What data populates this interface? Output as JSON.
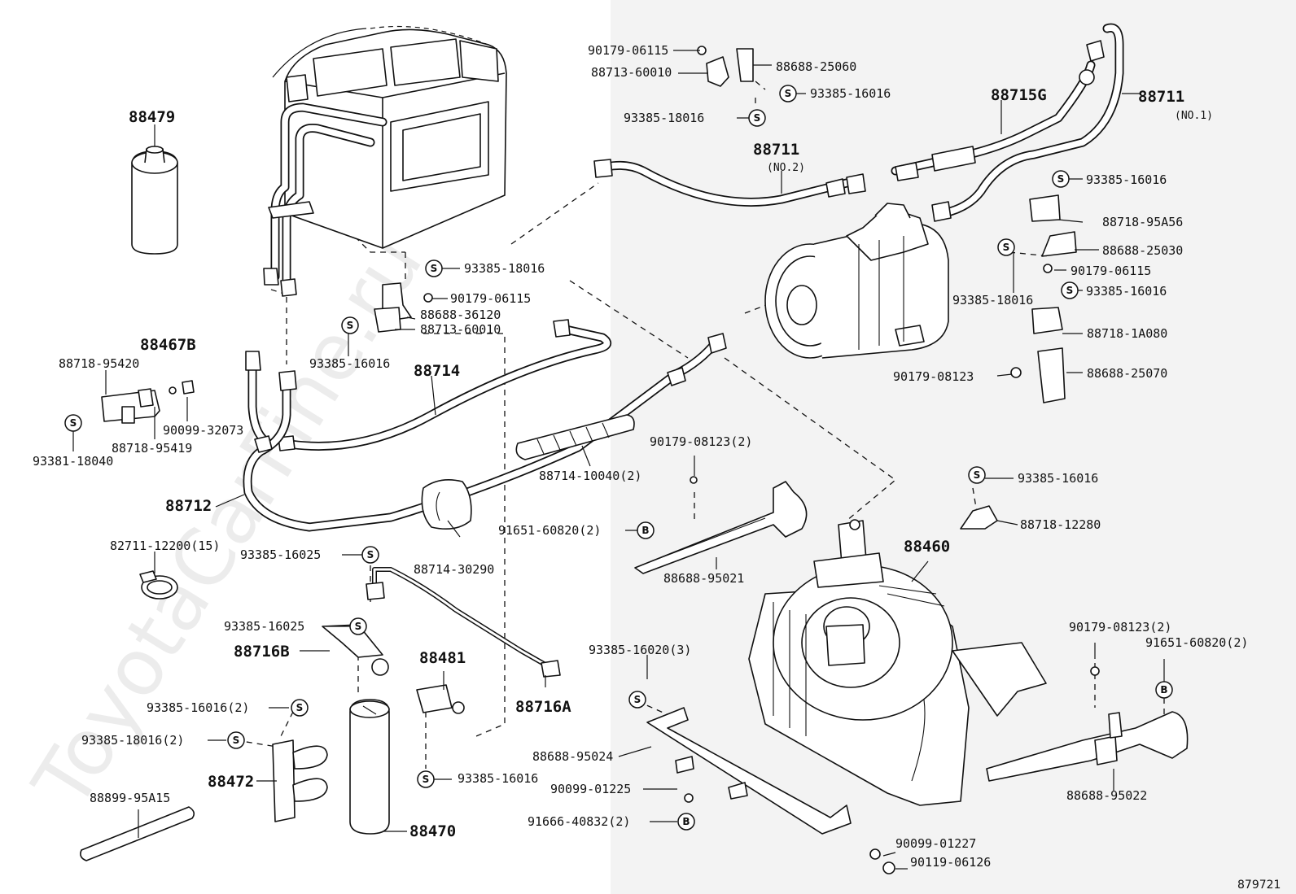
{
  "watermark": "ToyotaCarFine.ru",
  "figure_code": "879721",
  "labels": [
    {
      "id": "88479",
      "text": "88479",
      "big": true
    },
    {
      "id": "88467B",
      "text": "88467B",
      "big": true
    },
    {
      "id": "88718-95420",
      "text": "88718-95420"
    },
    {
      "id": "90099-32073",
      "text": "90099-32073"
    },
    {
      "id": "88718-95419",
      "text": "88718-95419"
    },
    {
      "id": "93381-18040",
      "text": "93381-18040"
    },
    {
      "id": "88712",
      "text": "88712",
      "big": true
    },
    {
      "id": "82711-12200",
      "text": "82711-12200(15)"
    },
    {
      "id": "93385-16025-a",
      "text": "93385-16025"
    },
    {
      "id": "93385-16025-b",
      "text": "93385-16025"
    },
    {
      "id": "88716B",
      "text": "88716B",
      "big": true
    },
    {
      "id": "93385-16016-2",
      "text": "93385-16016(2)"
    },
    {
      "id": "93385-18016-2",
      "text": "93385-18016(2)"
    },
    {
      "id": "88472",
      "text": "88472",
      "big": true
    },
    {
      "id": "88899-95A15",
      "text": "88899-95A15"
    },
    {
      "id": "88470",
      "text": "88470",
      "big": true
    },
    {
      "id": "88481",
      "text": "88481",
      "big": true
    },
    {
      "id": "88716A",
      "text": "88716A",
      "big": true
    },
    {
      "id": "93385-16016-c",
      "text": "93385-16016"
    },
    {
      "id": "88714-30290",
      "text": "88714-30290"
    },
    {
      "id": "93385-18016-a",
      "text": "93385-18016"
    },
    {
      "id": "90179-06115-a",
      "text": "90179-06115"
    },
    {
      "id": "88688-36120",
      "text": "88688-36120"
    },
    {
      "id": "88713-60010-a",
      "text": "88713-60010"
    },
    {
      "id": "93385-16016-a",
      "text": "93385-16016"
    },
    {
      "id": "88714",
      "text": "88714",
      "big": true
    },
    {
      "id": "88714-10040",
      "text": "88714-10040(2)"
    },
    {
      "id": "90179-06115-b",
      "text": "90179-06115"
    },
    {
      "id": "88713-60010-b",
      "text": "88713-60010"
    },
    {
      "id": "88688-25060",
      "text": "88688-25060"
    },
    {
      "id": "93385-16016-b",
      "text": "93385-16016"
    },
    {
      "id": "93385-18016-b",
      "text": "93385-18016"
    },
    {
      "id": "88715G",
      "text": "88715G",
      "big": true
    },
    {
      "id": "88711-1",
      "text": "88711",
      "big": true
    },
    {
      "id": "no1",
      "text": "(NO.1)",
      "sub": true
    },
    {
      "id": "88711-2",
      "text": "88711",
      "big": true
    },
    {
      "id": "no2",
      "text": "(NO.2)",
      "sub": true
    },
    {
      "id": "93385-16016-d",
      "text": "93385-16016"
    },
    {
      "id": "88718-95A56",
      "text": "88718-95A56"
    },
    {
      "id": "88688-25030",
      "text": "88688-25030"
    },
    {
      "id": "90179-06115-c",
      "text": "90179-06115"
    },
    {
      "id": "93385-18016-c",
      "text": "93385-18016"
    },
    {
      "id": "93385-16016-e",
      "text": "93385-16016"
    },
    {
      "id": "88718-1A080",
      "text": "88718-1A080"
    },
    {
      "id": "90179-08123-a",
      "text": "90179-08123"
    },
    {
      "id": "88688-25070",
      "text": "88688-25070"
    },
    {
      "id": "90179-08123-2a",
      "text": "90179-08123(2)"
    },
    {
      "id": "91651-60820-2a",
      "text": "91651-60820(2)"
    },
    {
      "id": "88688-95021",
      "text": "88688-95021"
    },
    {
      "id": "93385-16016-f",
      "text": "93385-16016"
    },
    {
      "id": "88718-12280",
      "text": "88718-12280"
    },
    {
      "id": "88460",
      "text": "88460",
      "big": true
    },
    {
      "id": "93385-16020",
      "text": "93385-16020(3)"
    },
    {
      "id": "88688-95024",
      "text": "88688-95024"
    },
    {
      "id": "90099-01225",
      "text": "90099-01225"
    },
    {
      "id": "91666-40832",
      "text": "91666-40832(2)"
    },
    {
      "id": "90099-01227",
      "text": "90099-01227"
    },
    {
      "id": "90119-06126",
      "text": "90119-06126"
    },
    {
      "id": "90179-08123-2b",
      "text": "90179-08123(2)"
    },
    {
      "id": "91651-60820-2b",
      "text": "91651-60820(2)"
    },
    {
      "id": "88688-95022",
      "text": "88688-95022"
    }
  ],
  "symbols": {
    "s": "S",
    "b": "B"
  }
}
